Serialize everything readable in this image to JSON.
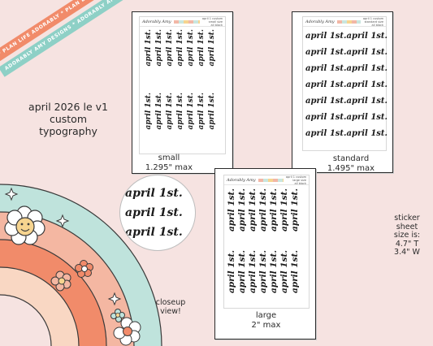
{
  "ribbons": {
    "top": "* PLAN LIFE ADORABLY * PLAN LIFE ADORABLY * PLAN LIFE ADORABLY *",
    "bottom": "ADORABLY AMY DESIGNS * ADORABLY AMY DESIGNS * ADORABLY AMY DESIGNS *"
  },
  "title": {
    "line1": "april 2026 le v1",
    "line2": "custom",
    "line3": "typography"
  },
  "sheet_brand": "Adorably Amy",
  "sheets": {
    "small": {
      "header_info_1": "april 1 custom",
      "header_info_2": "small size",
      "header_info_3": "all black",
      "caption_line1": "small",
      "caption_line2": "1.295\" max"
    },
    "standard": {
      "header_info_1": "april 1 custom",
      "header_info_2": "standard size",
      "header_info_3": "all black",
      "caption_line1": "standard",
      "caption_line2": "1.495\" max"
    },
    "large": {
      "header_info_1": "april 1 custom",
      "header_info_2": "large size",
      "header_info_3": "all black",
      "caption_line1": "large",
      "caption_line2": "2\" max"
    }
  },
  "sticker_texts": {
    "small": "april 1st.",
    "standard": "april 1st.",
    "large": "april 1st."
  },
  "closeup": {
    "text": "april 1st.",
    "label_line1": "closeup",
    "label_line2": "view!"
  },
  "sheet_size": {
    "line1": "sticker sheet",
    "line2": "size is:",
    "line3": "4.7\" T",
    "line4": "3.4\" W"
  },
  "colors": {
    "background": "#f6e3e1",
    "coral": "#f18b6a",
    "mint": "#8ed0c6",
    "peach": "#f4c1a7",
    "yellow": "#f6d48f"
  }
}
